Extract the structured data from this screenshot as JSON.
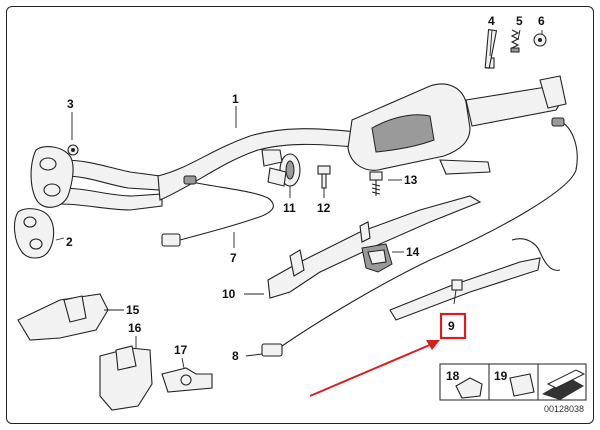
{
  "diagram": {
    "callouts": [
      "1",
      "2",
      "3",
      "4",
      "5",
      "6",
      "7",
      "8",
      "9",
      "10",
      "11",
      "12",
      "13",
      "14",
      "15",
      "16",
      "17",
      "18",
      "19"
    ],
    "highlighted_callout": "9",
    "highlight_color": "#d62020",
    "arrow_color": "#d62020",
    "line_color": "#222222",
    "drawing_code": "00128038"
  }
}
